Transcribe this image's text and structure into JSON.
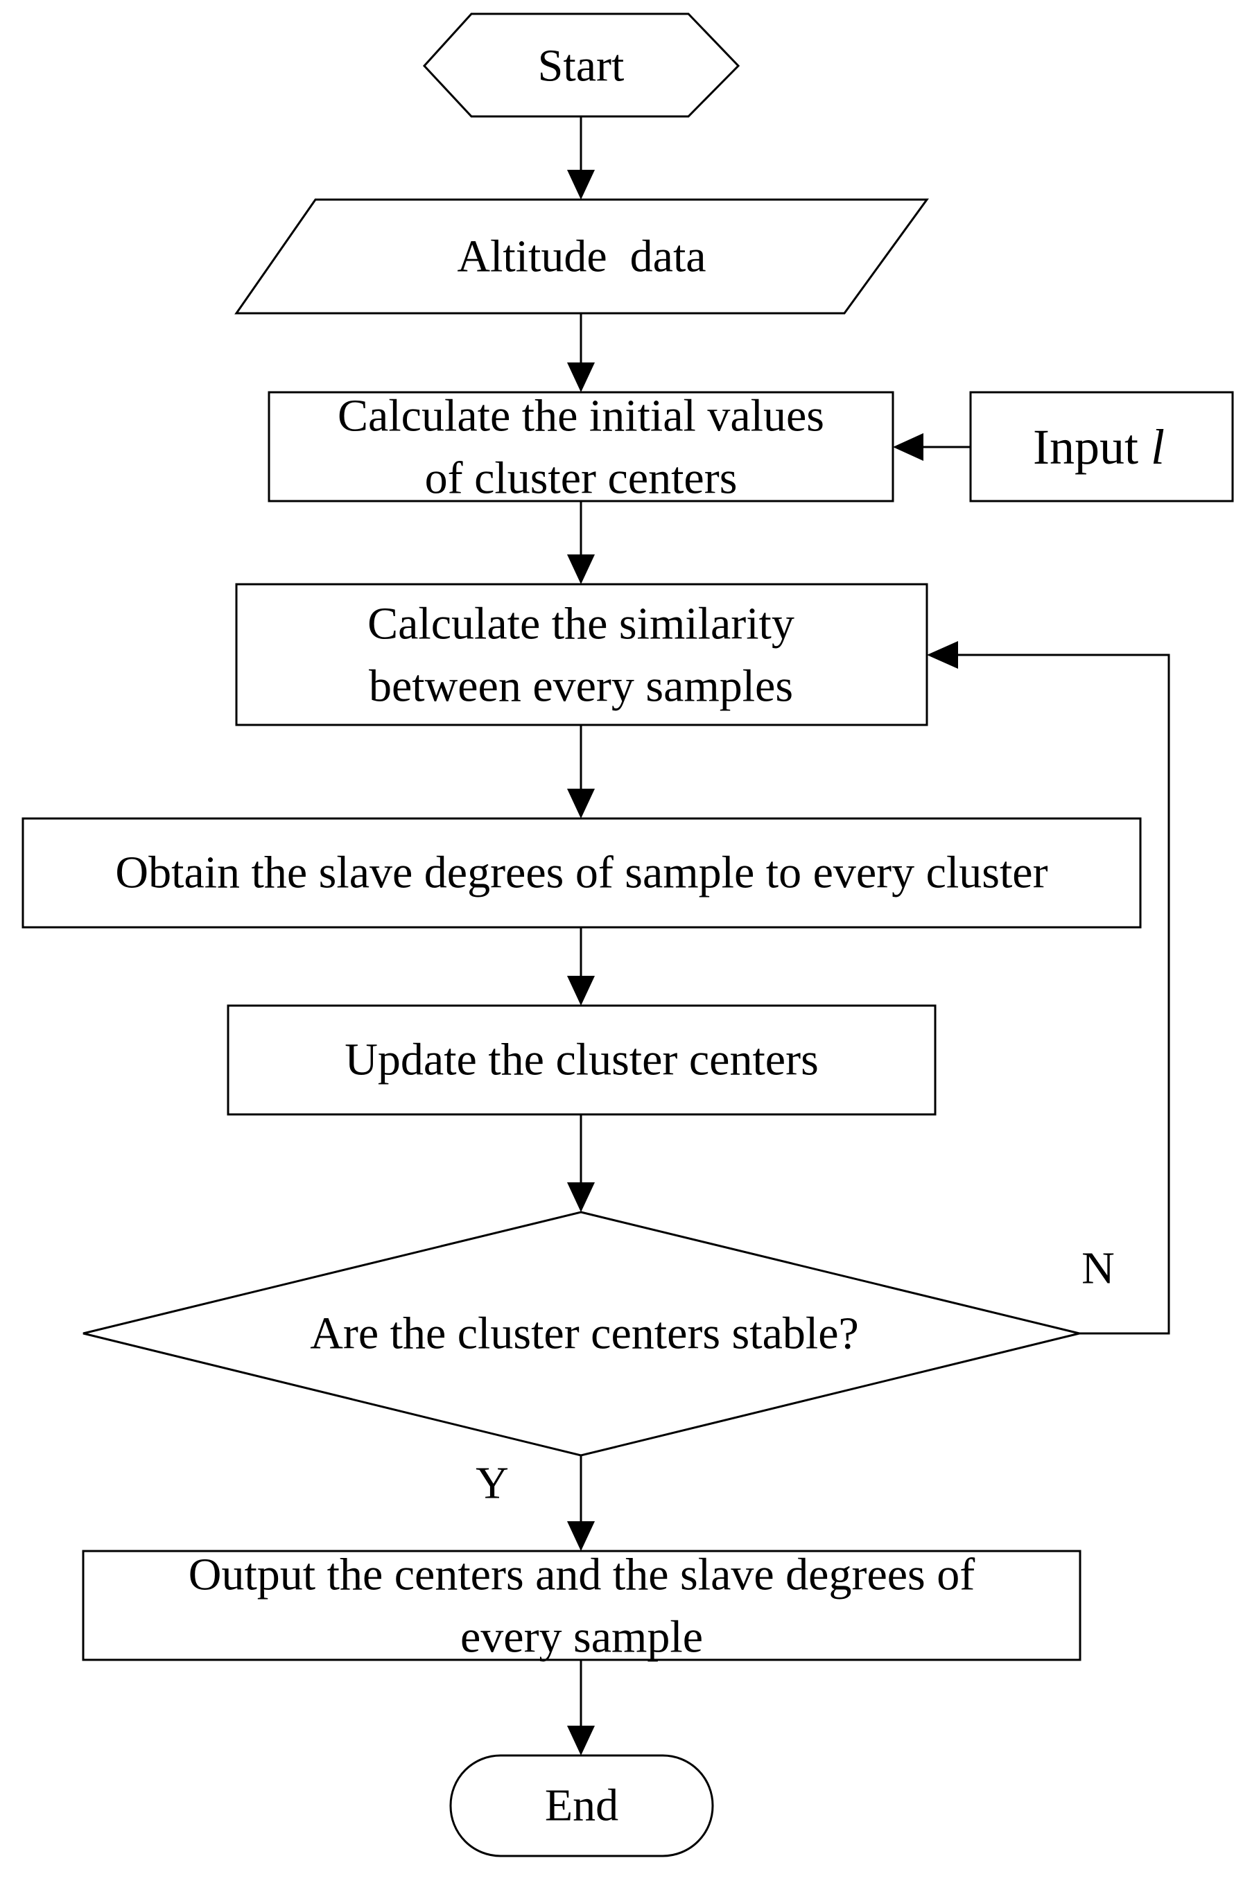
{
  "diagram": {
    "nodes": {
      "start": {
        "label": "Start"
      },
      "altitude_data": {
        "label": "Altitude  data"
      },
      "calc_initial": {
        "line1": "Calculate the initial values",
        "line2": "of cluster centers"
      },
      "input_l": {
        "label": "Input ",
        "variable": "l"
      },
      "calc_similarity": {
        "line1": "Calculate the similarity",
        "line2": "between every samples"
      },
      "obtain_slave": {
        "label": "Obtain the slave degrees of sample to every cluster"
      },
      "update_centers": {
        "label": "Update the cluster centers"
      },
      "decision": {
        "label": "Are the cluster centers stable?"
      },
      "output": {
        "line1": "Output the centers and the slave degrees of",
        "line2": "every sample"
      },
      "end": {
        "label": "End"
      }
    },
    "edges": {
      "no_label": "N",
      "yes_label": "Y"
    },
    "colors": {
      "stroke": "#000000",
      "fill": "#ffffff"
    }
  }
}
